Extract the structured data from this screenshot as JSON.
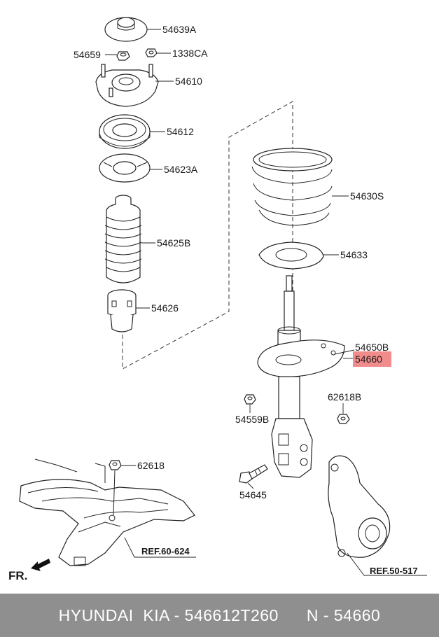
{
  "labels": {
    "p54639A": "54639A",
    "p54659": "54659",
    "p1338CA": "1338CA",
    "p54610": "54610",
    "p54612": "54612",
    "p54623A": "54623A",
    "p54625B": "54625B",
    "p54626": "54626",
    "p54630S": "54630S",
    "p54633": "54633",
    "p54650B": "54650B",
    "p54660": "54660",
    "p54559B": "54559B",
    "p62618B": "62618B",
    "p62618": "62618",
    "p54645": "54645",
    "ref_60_624": "REF.60-624",
    "ref_50_517": "REF.50-517",
    "front": "FR."
  },
  "highlight_color": "#f08080",
  "footer": {
    "left": "HYUNDAI  KIA - 546612T260",
    "right": "N - 54660"
  }
}
